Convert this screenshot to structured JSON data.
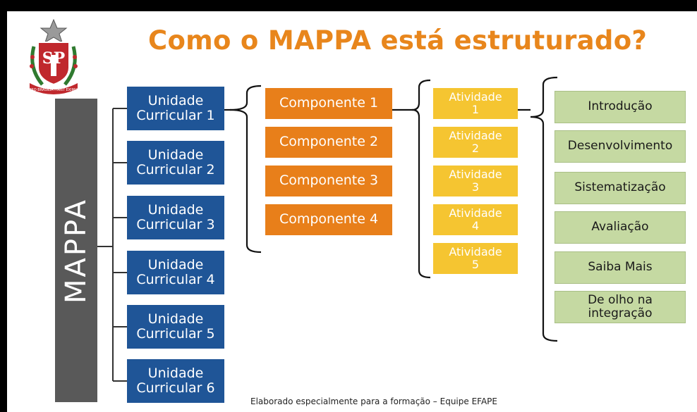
{
  "title": "Como o MAPPA está estruturado?",
  "logo": {
    "monogram": "SP",
    "motto": "PRO BRASILIA FIANT EXIMIA"
  },
  "root": {
    "label": "MAPPA"
  },
  "unidades": [
    {
      "line1": "Unidade",
      "line2": "Curricular 1"
    },
    {
      "line1": "Unidade",
      "line2": "Curricular 2"
    },
    {
      "line1": "Unidade",
      "line2": "Curricular 3"
    },
    {
      "line1": "Unidade",
      "line2": "Curricular 4"
    },
    {
      "line1": "Unidade",
      "line2": "Curricular 5"
    },
    {
      "line1": "Unidade",
      "line2": "Curricular 6"
    }
  ],
  "componentes": [
    {
      "label": "Componente 1"
    },
    {
      "label": "Componente 2"
    },
    {
      "label": "Componente 3"
    },
    {
      "label": "Componente 4"
    }
  ],
  "atividades": [
    {
      "line1": "Atividade",
      "line2": "1"
    },
    {
      "line1": "Atividade",
      "line2": "2"
    },
    {
      "line1": "Atividade",
      "line2": "3"
    },
    {
      "line1": "Atividade",
      "line2": "4"
    },
    {
      "line1": "Atividade",
      "line2": "5"
    }
  ],
  "etapas": [
    {
      "line1": "Introdução",
      "line2": ""
    },
    {
      "line1": "Desenvolvimento",
      "line2": ""
    },
    {
      "line1": "Sistematização",
      "line2": ""
    },
    {
      "line1": "Avaliação",
      "line2": ""
    },
    {
      "line1": "Saiba Mais",
      "line2": ""
    },
    {
      "line1": "De olho na",
      "line2": "integração"
    }
  ],
  "footer": "Elaborado especialmente para a formação – Equipe EFAPE",
  "colors": {
    "title": "#E8861C",
    "root": "#595959",
    "unidade": "#1F5597",
    "componente": "#E87F1A",
    "atividade": "#F5C531",
    "etapa": "#C5D9A2"
  }
}
